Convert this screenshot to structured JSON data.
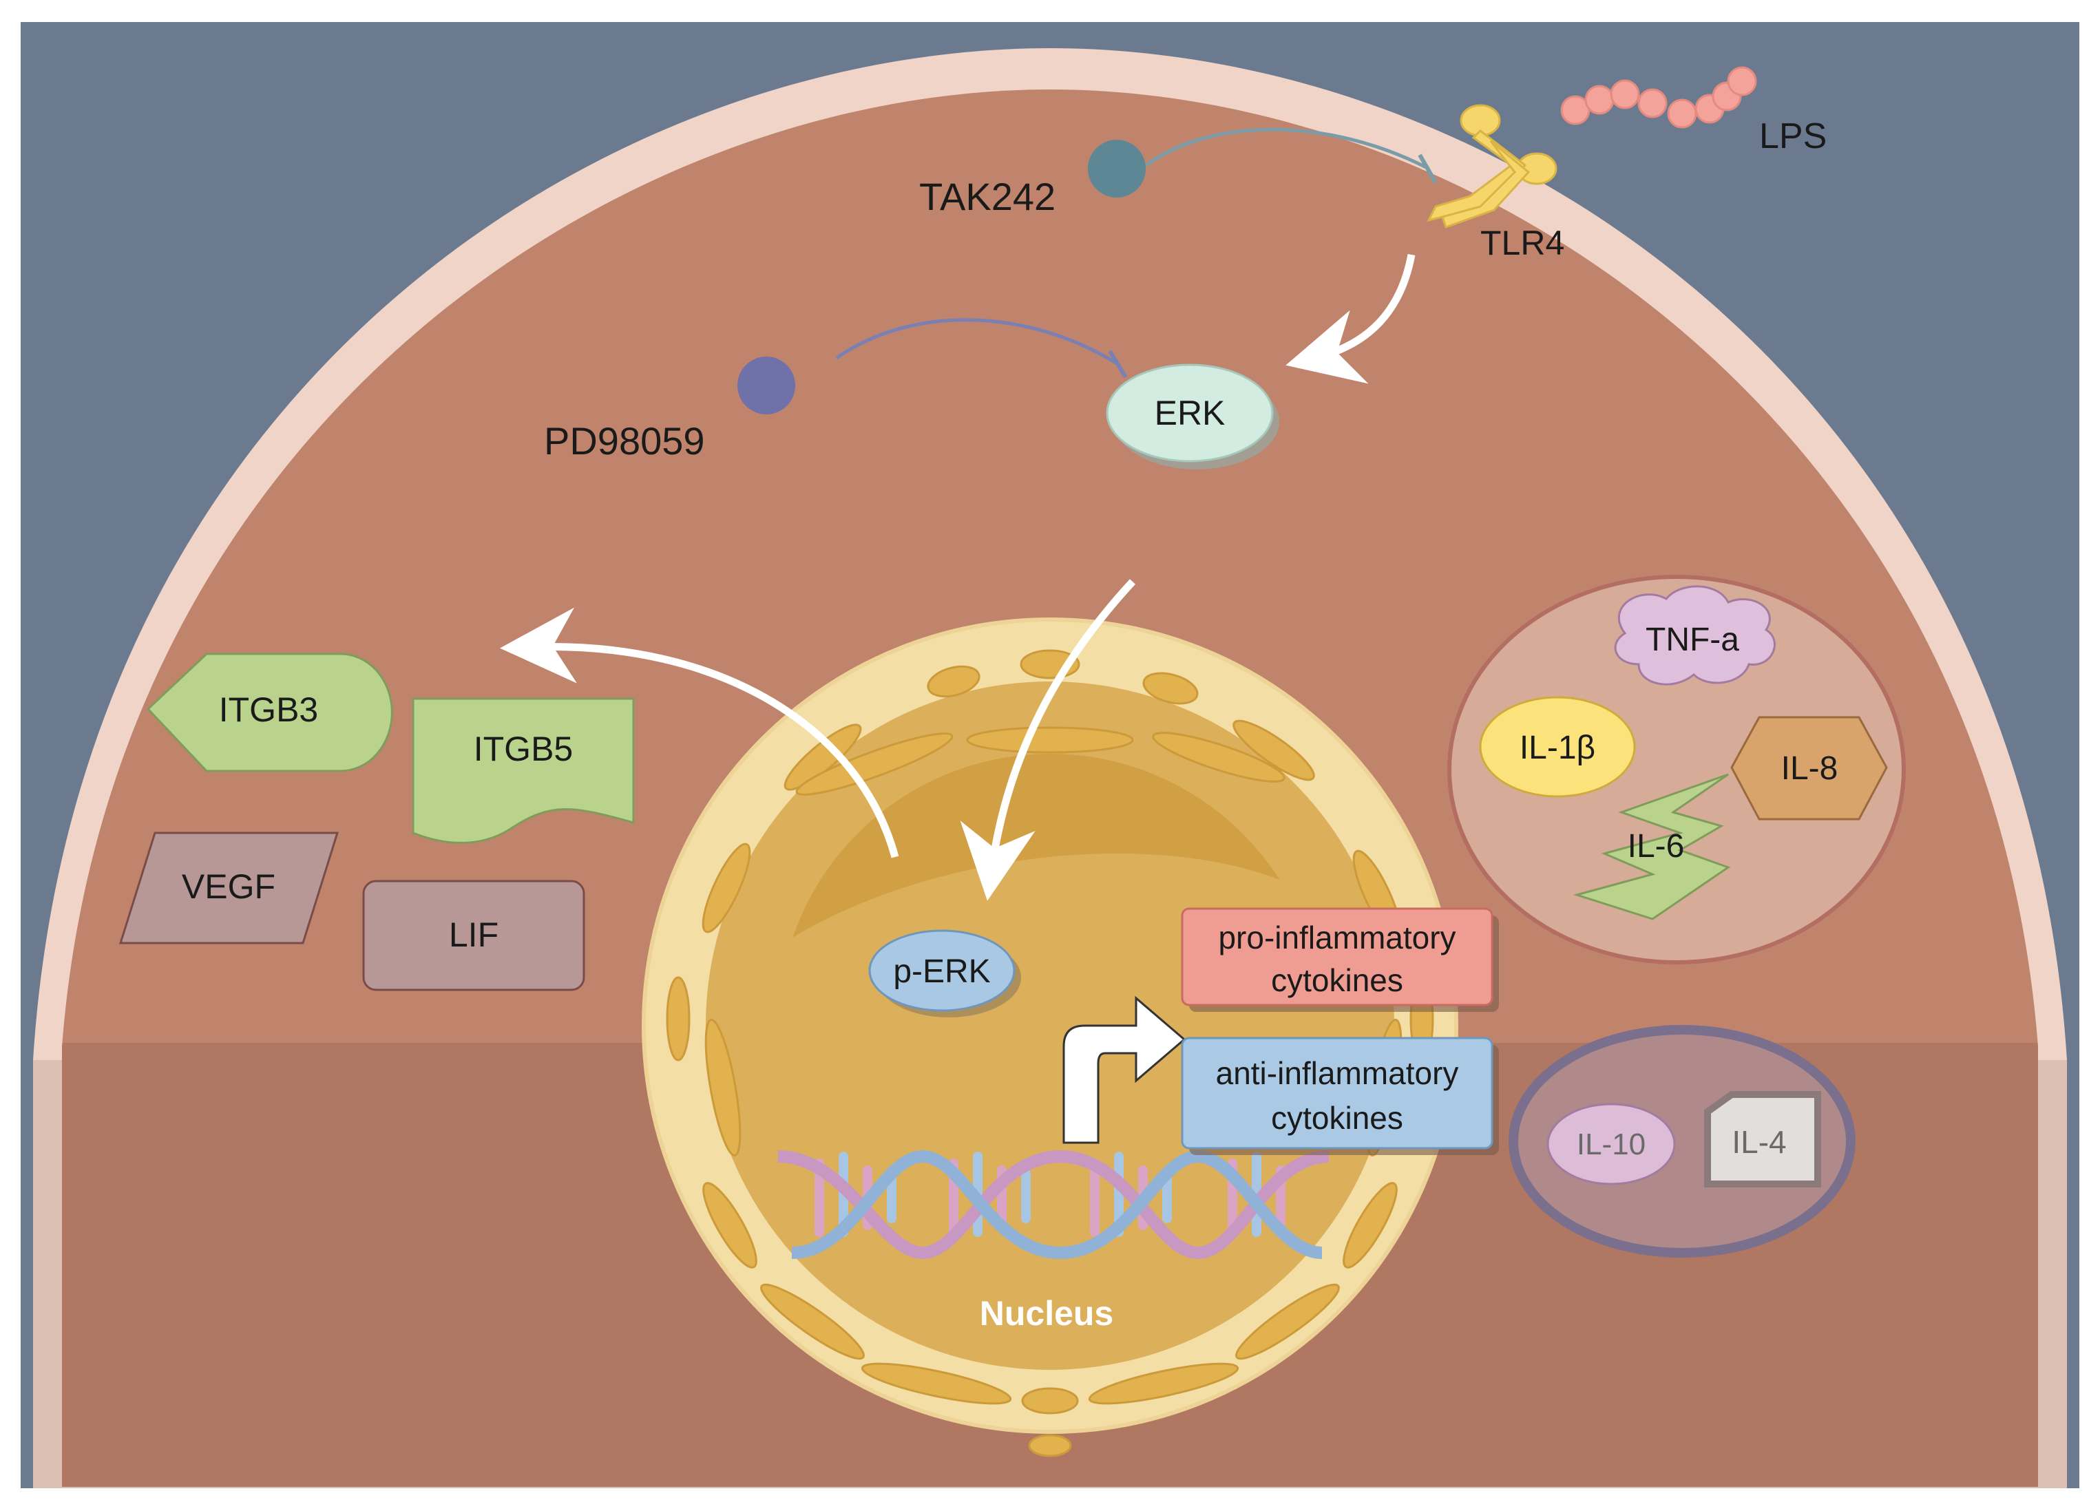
{
  "ligand": {
    "label": "LPS"
  },
  "receptor": {
    "label": "TLR4"
  },
  "inhibitors": [
    {
      "label": "TAK242"
    },
    {
      "label": "PD98059"
    }
  ],
  "kinase": {
    "label": "ERK"
  },
  "phospho_kinase": {
    "label": "p-ERK"
  },
  "nucleus": {
    "label": "Nucleus"
  },
  "outputs": {
    "pro": "pro-inflammatory cytokines",
    "pro_line1": "pro-inflammatory",
    "pro_line2": "cytokines",
    "anti_line1": "anti-inflammatory",
    "anti_line2": "cytokines"
  },
  "markers": {
    "itgb3": "ITGB3",
    "itgb5": "ITGB5",
    "vegf": "VEGF",
    "lif": "LIF"
  },
  "pro_cytokines": {
    "tnf": "TNF-a",
    "il1b": "IL-1β",
    "il8": "IL-8",
    "il6": "IL-6"
  },
  "anti_cytokines": {
    "il10": "IL-10",
    "il4": "IL-4"
  },
  "colors": {
    "background": "#6b7a8f",
    "cytoplasm_upper": "#c0846c",
    "cytoplasm_lower": "#b07862",
    "membrane": "#f0d4c8",
    "nucleus_outer": "#f3dfa6",
    "nucleus_inner": "#dcaf5a",
    "erk": "#d3ece2",
    "perk": "#a8c8e4",
    "pro_box": "#ef9d92",
    "anti_box": "#a9c9e4",
    "green_marker": "#b9d38d",
    "mauve_marker": "#b79896",
    "il1b": "#fbe27a",
    "il8": "#d9a36c",
    "tnf": "#dfc0dc",
    "il10": "#ddbcd8",
    "il4": "#e2dedc",
    "tak242": "#5d8795",
    "pd98059": "#6e72a8",
    "lps": "#f3a39a",
    "tlr4": "#f6d66a"
  }
}
